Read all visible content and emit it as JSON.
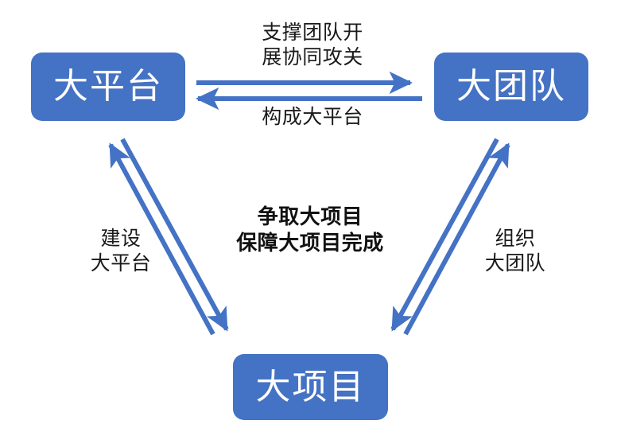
{
  "diagram": {
    "title_text": "",
    "accent_color": "#4472C4",
    "arrow_color": "#4472C4",
    "text_color": "#1a1a1a",
    "background": "#ffffff",
    "nodes": [
      {
        "id": "platform",
        "label": "大平台",
        "position": "top-left"
      },
      {
        "id": "team",
        "label": "大团队",
        "position": "top-right"
      },
      {
        "id": "project",
        "label": "大项目",
        "position": "bottom-center"
      }
    ],
    "edge_labels": {
      "support": "支撑团队开\n展协同攻关",
      "compose": "构成大平台",
      "build": "建设\n大平台",
      "organize": "组织\n大团队"
    },
    "center_note": "争取大项目\n保障大项目完成",
    "arrows": [
      {
        "id": "platform-to-team",
        "from": "platform",
        "to": "team",
        "direction": "right",
        "label": "support"
      },
      {
        "id": "team-to-platform",
        "from": "team",
        "to": "platform",
        "direction": "left",
        "label": "compose"
      },
      {
        "id": "project-to-platform",
        "from": "project",
        "to": "platform",
        "direction": "up-left",
        "label": "build"
      },
      {
        "id": "platform-to-project",
        "from": "platform",
        "to": "project",
        "direction": "down-right",
        "label": "build"
      },
      {
        "id": "project-to-team",
        "from": "project",
        "to": "team",
        "direction": "up-right",
        "label": "organize"
      },
      {
        "id": "team-to-project",
        "from": "team",
        "to": "project",
        "direction": "down-left",
        "label": "organize"
      }
    ]
  }
}
